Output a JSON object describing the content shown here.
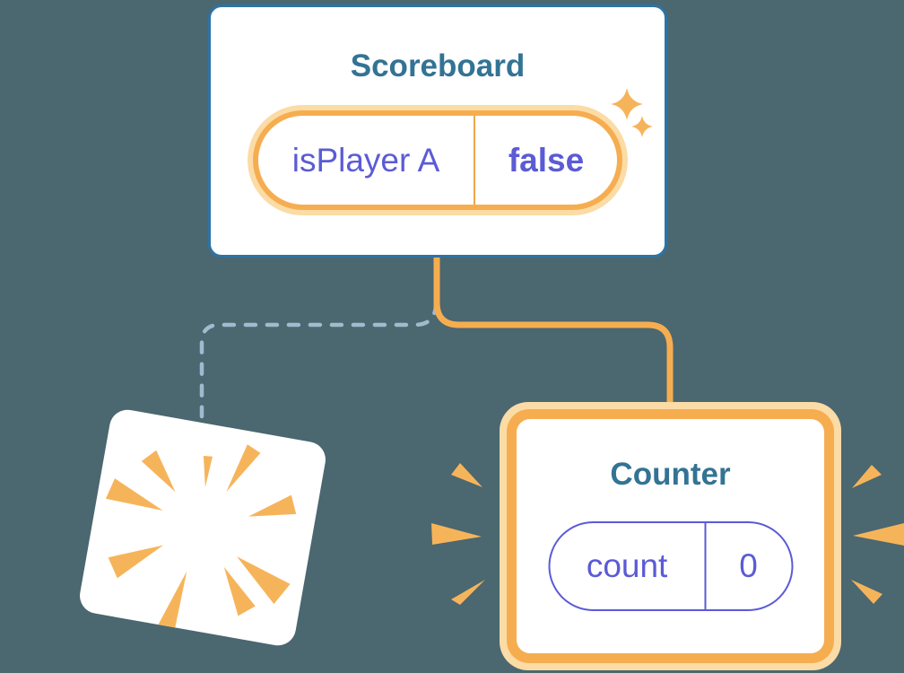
{
  "scoreboard_card": {
    "title": "Scoreboard",
    "state_pill": {
      "name": "isPlayer A",
      "value": "false"
    },
    "icon": "sparkle-icon"
  },
  "destroyed_card": {
    "icon": "burst-icon"
  },
  "counter_card": {
    "title": "Counter",
    "state_pill": {
      "name": "count",
      "value": "0"
    },
    "icon": "emphasis-burst-icon"
  },
  "colors": {
    "background": "#4B6770",
    "card_fill": "#FFFFFF",
    "scoreboard_border": "#2C74A4",
    "title_text": "#337394",
    "state_text": "#5B5BD6",
    "state_pill_border": "#5B5BD6",
    "orange_accent": "#F6AD50",
    "orange_halo": "#FBDCA6",
    "dashed_connector": "#9FBBCE"
  }
}
